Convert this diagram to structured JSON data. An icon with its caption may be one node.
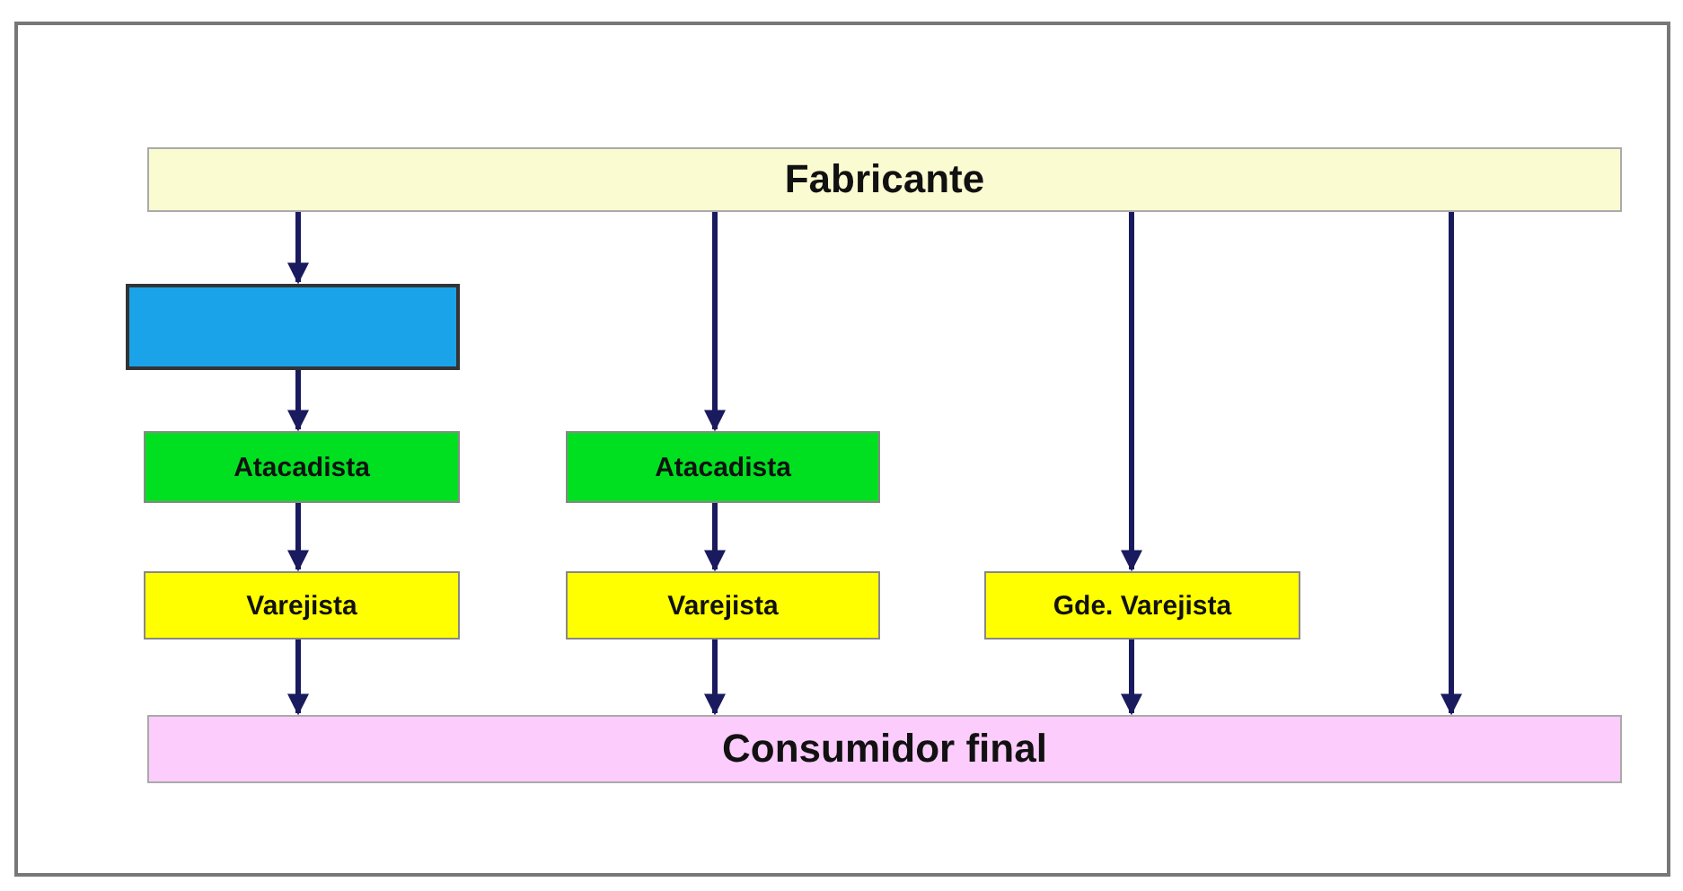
{
  "diagram": {
    "nodes": [
      {
        "text": [
          "Fabricante"
        ]
      },
      {
        "text": [],
        "shape": "box"
      },
      {
        "text": [
          "Atacadista"
        ]
      },
      {
        "text": [
          "Varejista"
        ]
      },
      {
        "text": [
          "Atacadista"
        ]
      },
      {
        "text": [
          "Varejista"
        ]
      },
      {
        "text": [
          "Gde. Varejista"
        ]
      },
      {
        "text": [
          "Consumidor final"
        ]
      }
    ],
    "edges": [
      {
        "from": 0,
        "to": 1,
        "arrow": "to"
      },
      {
        "from": 1,
        "to": 2,
        "arrow": "to"
      },
      {
        "from": 2,
        "to": 3,
        "arrow": "to"
      },
      {
        "from": 3,
        "to": 7,
        "arrow": "to"
      },
      {
        "from": 0,
        "to": 4,
        "arrow": "to"
      },
      {
        "from": 4,
        "to": 5,
        "arrow": "to"
      },
      {
        "from": 5,
        "to": 7,
        "arrow": "to"
      },
      {
        "from": 0,
        "to": 6,
        "arrow": "to"
      },
      {
        "from": 6,
        "to": 7,
        "arrow": "to"
      },
      {
        "from": 0,
        "to": 7,
        "arrow": "to"
      }
    ]
  }
}
